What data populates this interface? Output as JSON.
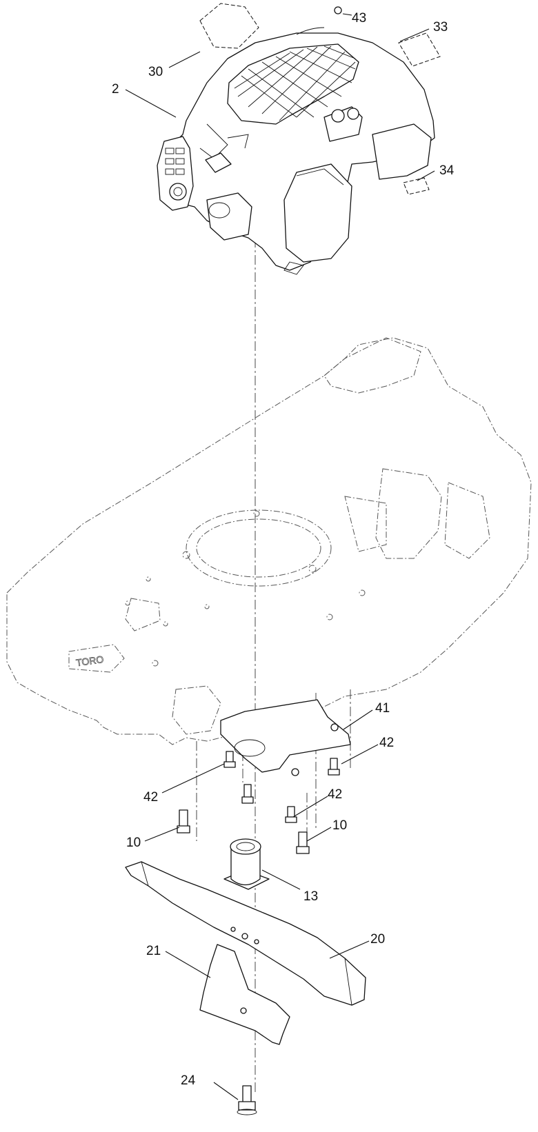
{
  "callouts": [
    {
      "id": "c43",
      "label": "43"
    },
    {
      "id": "c33",
      "label": "33"
    },
    {
      "id": "c30",
      "label": "30"
    },
    {
      "id": "c2",
      "label": "2"
    },
    {
      "id": "c34",
      "label": "34"
    },
    {
      "id": "c41",
      "label": "41"
    },
    {
      "id": "c42a",
      "label": "42"
    },
    {
      "id": "c42b",
      "label": "42"
    },
    {
      "id": "c42c",
      "label": "42"
    },
    {
      "id": "c10a",
      "label": "10"
    },
    {
      "id": "c10b",
      "label": "10"
    },
    {
      "id": "c13",
      "label": "13"
    },
    {
      "id": "c20",
      "label": "20"
    },
    {
      "id": "c21",
      "label": "21"
    },
    {
      "id": "c24",
      "label": "24"
    }
  ],
  "deck_logo_text": "TORO",
  "colors": {
    "ink": "#111111",
    "ghost": "#555555",
    "background": "#ffffff"
  }
}
